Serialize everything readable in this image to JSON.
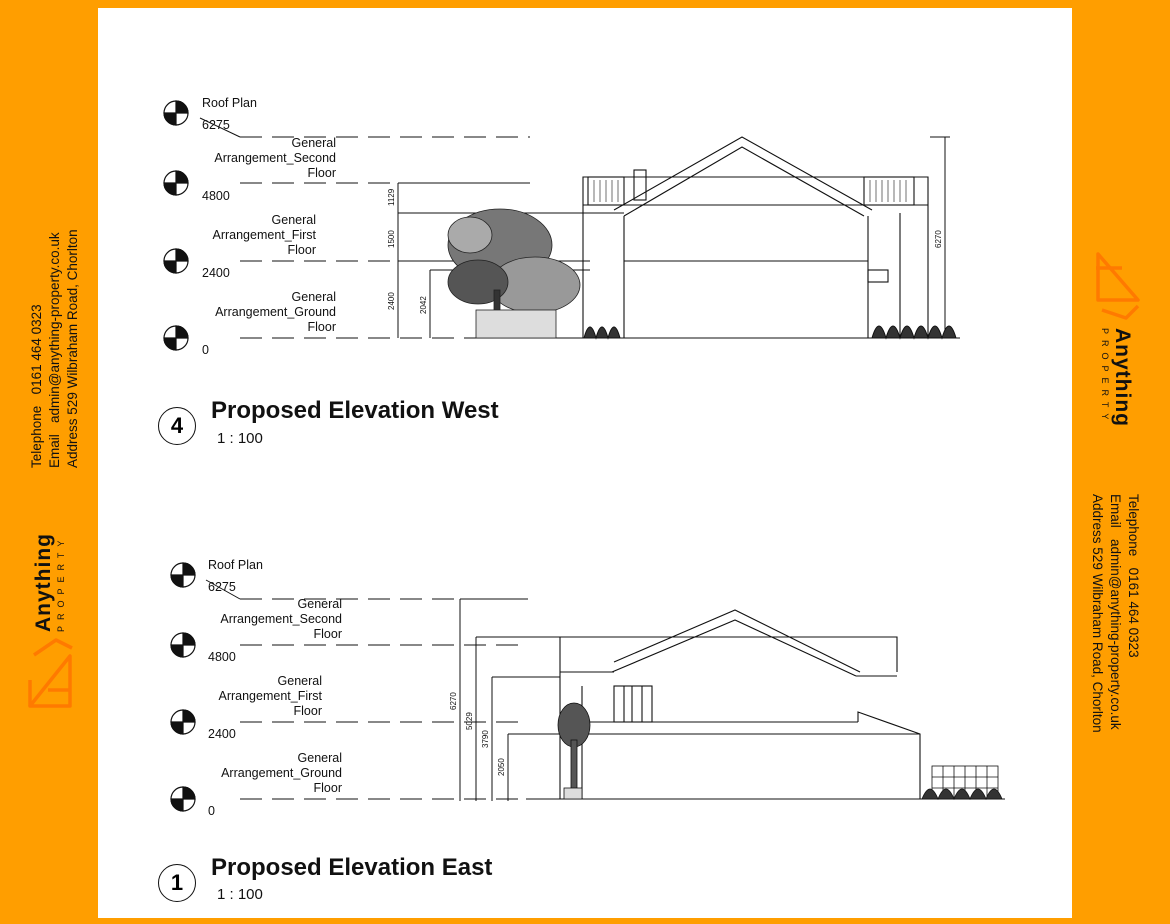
{
  "contact": {
    "telephone_label": "Telephone",
    "telephone": "0161 464 0323",
    "email_label": "Email",
    "email": "admin@anything-property.co.uk",
    "address_label": "Address",
    "address": "529 Wilbraham Road, Chorlton"
  },
  "brand": {
    "monogram": "AP",
    "name": "Anything",
    "tagline": "PROPERTY"
  },
  "colors": {
    "border": "#ff9e00",
    "sheet": "#ffffff",
    "ink": "#111111"
  },
  "elevation_west": {
    "number": "4",
    "title": "Proposed Elevation West",
    "scale": "1 : 100",
    "levels": [
      {
        "name": "Roof Plan",
        "value": "6275"
      },
      {
        "name": "General Arrangement_Second Floor",
        "value": "4800"
      },
      {
        "name": "General Arrangement_First Floor",
        "value": "2400"
      },
      {
        "name": "General Arrangement_Ground Floor",
        "value": "0"
      }
    ],
    "dimensions": [
      "1129",
      "1500",
      "2400",
      "2042",
      "6270"
    ]
  },
  "elevation_east": {
    "number": "1",
    "title": "Proposed Elevation East",
    "scale": "1 : 100",
    "levels": [
      {
        "name": "Roof Plan",
        "value": "6275"
      },
      {
        "name": "General Arrangement_Second Floor",
        "value": "4800"
      },
      {
        "name": "General Arrangement_First Floor",
        "value": "2400"
      },
      {
        "name": "General Arrangement_Ground Floor",
        "value": "0"
      }
    ],
    "dimensions": [
      "6270",
      "5029",
      "3790",
      "2050"
    ]
  }
}
